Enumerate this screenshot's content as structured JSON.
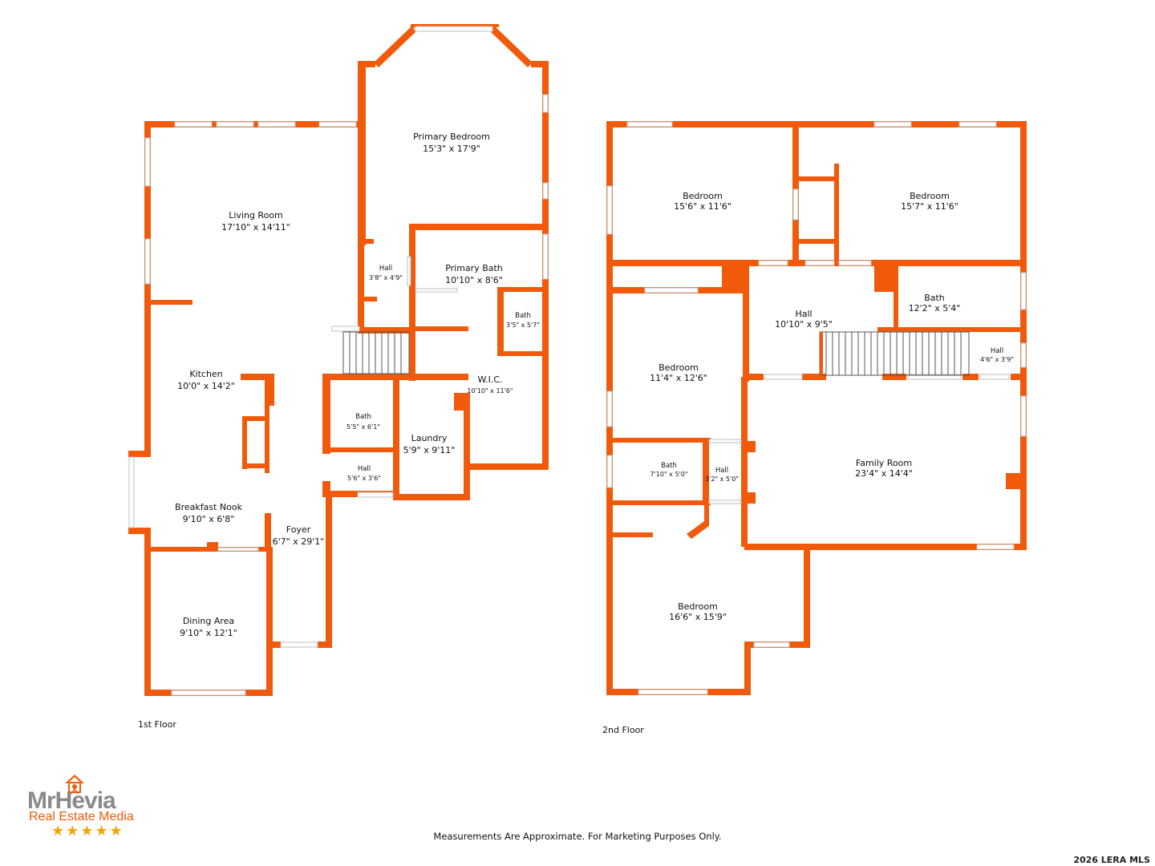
{
  "floor1": {
    "label": "1st Floor",
    "rooms": {
      "primary_bedroom": {
        "name": "Primary Bedroom",
        "dims": "15'3\" x 17'9\""
      },
      "living_room": {
        "name": "Living Room",
        "dims": "17'10\" x 14'11\""
      },
      "hall_a": {
        "name": "Hall",
        "dims": "3'8\" x 4'9\""
      },
      "primary_bath": {
        "name": "Primary Bath",
        "dims": "10'10\" x 8'6\""
      },
      "bath_a": {
        "name": "Bath",
        "dims": "3'5\" x 5'7\""
      },
      "kitchen": {
        "name": "Kitchen",
        "dims": "10'0\" x 14'2\""
      },
      "wic": {
        "name": "W.I.C.",
        "dims": "10'10\" x 11'6\""
      },
      "bath_b": {
        "name": "Bath",
        "dims": "5'5\" x 6'1\""
      },
      "laundry": {
        "name": "Laundry",
        "dims": "5'9\" x 9'11\""
      },
      "hall_b": {
        "name": "Hall",
        "dims": "5'6\" x 3'6\""
      },
      "breakfast_nook": {
        "name": "Breakfast Nook",
        "dims": "9'10\" x 6'8\""
      },
      "foyer": {
        "name": "Foyer",
        "dims": "6'7\" x 29'1\""
      },
      "dining_area": {
        "name": "Dining Area",
        "dims": "9'10\" x 12'1\""
      }
    }
  },
  "floor2": {
    "label": "2nd Floor",
    "rooms": {
      "bedroom_a": {
        "name": "Bedroom",
        "dims": "15'6\" x 11'6\""
      },
      "bedroom_b": {
        "name": "Bedroom",
        "dims": "15'7\" x 11'6\""
      },
      "hall_c": {
        "name": "Hall",
        "dims": "10'10\" x 9'5\""
      },
      "bath_c": {
        "name": "Bath",
        "dims": "12'2\" x 5'4\""
      },
      "bedroom_c": {
        "name": "Bedroom",
        "dims": "11'4\" x 12'6\""
      },
      "hall_d": {
        "name": "Hall",
        "dims": "4'6\" x 3'9\""
      },
      "family_room": {
        "name": "Family Room",
        "dims": "23'4\" x 14'4\""
      },
      "bath_d": {
        "name": "Bath",
        "dims": "7'10\" x 5'0\""
      },
      "hall_e": {
        "name": "Hall",
        "dims": "3'2\" x 5'0\""
      },
      "bedroom_d": {
        "name": "Bedroom",
        "dims": "16'6\" x 15'9\""
      }
    }
  },
  "logo": {
    "name": "MrHevia",
    "tagline": "Real Estate Media",
    "stars": "★★★★★",
    "icon": "house-camera-icon"
  },
  "disclaimer": "Measurements Are Approximate. For Marketing Purposes Only.",
  "copyright": "2026 LERA MLS",
  "colors": {
    "wall": "#f05a0a",
    "star": "#f5a400",
    "logo_gray": "#8a8a8a"
  }
}
